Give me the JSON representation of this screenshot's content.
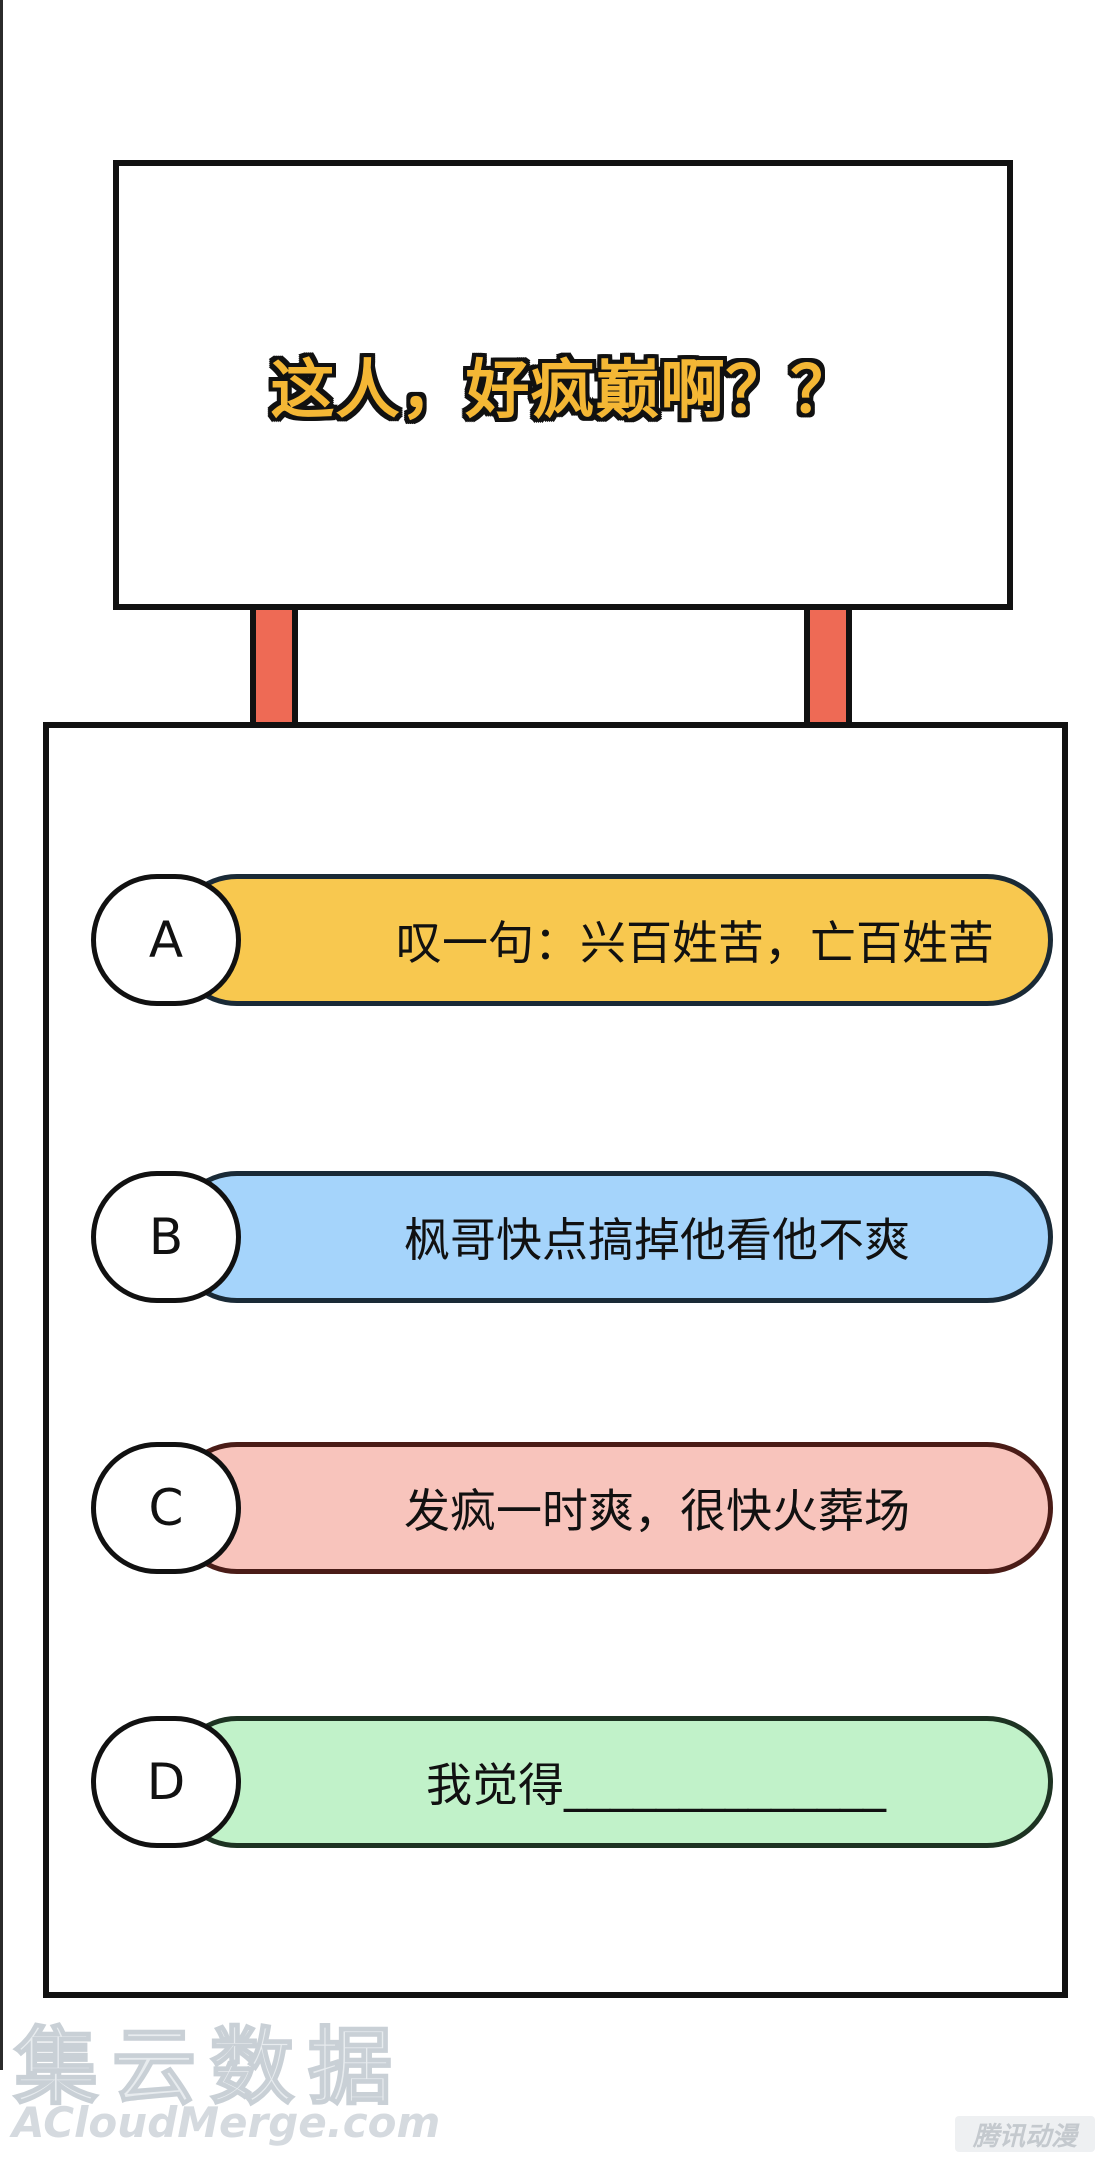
{
  "title": {
    "text": "这人，好疯巅啊？？",
    "fill_color": "#f4b735"
  },
  "options": [
    {
      "letter": "A",
      "text": "叹一句：兴百姓苦，亡百姓苦",
      "color": "#f8c84f"
    },
    {
      "letter": "B",
      "text": "枫哥快点搞掉他看他不爽",
      "color": "#a5d4fb"
    },
    {
      "letter": "C",
      "text": "发疯一时爽，很快火葬场",
      "color": "#f8c4bc"
    },
    {
      "letter": "D",
      "text": "我觉得______________",
      "color": "#c1f2c9"
    }
  ],
  "colors": {
    "post": "#ee6a55",
    "outline": "#111111"
  },
  "watermark": {
    "left_cn": "集云数据",
    "left_en": "ACloudMerge.com",
    "right": "腾讯动漫"
  }
}
